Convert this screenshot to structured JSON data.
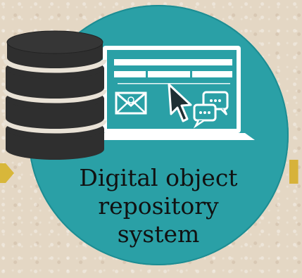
{
  "diagram": {
    "caption_lines": [
      "Digital object",
      "repository",
      "system"
    ]
  },
  "icons": {
    "database": "database-icon",
    "laptop": "laptop-icon",
    "envelope": "envelope-icon",
    "cursor": "cursor-icon",
    "chat": "chat-bubbles-icon",
    "arrow_in": "arrow-in-icon",
    "arrow_out": "arrow-out-icon"
  },
  "colors": {
    "background": "#e4d7c4",
    "circle": "#2aa0a6",
    "laptop_screen": "#2aa0a6",
    "database": "#2f2f2f",
    "arrow": "#d8b73a"
  }
}
